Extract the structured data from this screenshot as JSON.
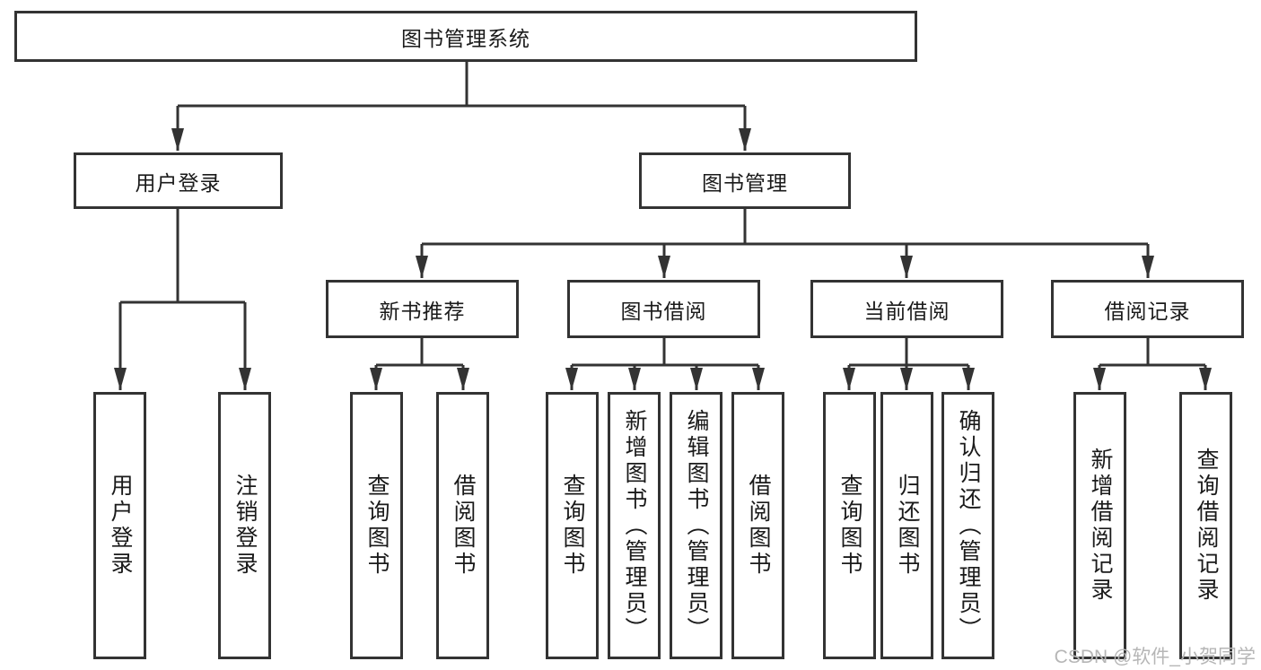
{
  "diagram": {
    "root": {
      "label": "图书管理系统"
    },
    "branches": [
      {
        "label": "用户登录",
        "children": [
          {
            "label": "用户登录"
          },
          {
            "label": "注销登录"
          }
        ]
      },
      {
        "label": "图书管理",
        "children": [
          {
            "label": "新书推荐",
            "children": [
              {
                "label": "查询图书"
              },
              {
                "label": "借阅图书"
              }
            ]
          },
          {
            "label": "图书借阅",
            "children": [
              {
                "label": "查询图书"
              },
              {
                "label": "新增图书（管理员）"
              },
              {
                "label": "编辑图书（管理员）"
              },
              {
                "label": "借阅图书"
              }
            ]
          },
          {
            "label": "当前借阅",
            "children": [
              {
                "label": "查询图书"
              },
              {
                "label": "归还图书"
              },
              {
                "label": "确认归还（管理员）"
              }
            ]
          },
          {
            "label": "借阅记录",
            "children": [
              {
                "label": "新增借阅记录"
              },
              {
                "label": "查询借阅记录"
              }
            ]
          }
        ]
      }
    ]
  },
  "watermark": {
    "text": "CSDN @软件_小贺同学"
  },
  "colors": {
    "line": "#333333",
    "box_border": "#333333",
    "text": "#1a1a1a",
    "watermark": "#b6b6b6",
    "background": "#ffffff"
  }
}
